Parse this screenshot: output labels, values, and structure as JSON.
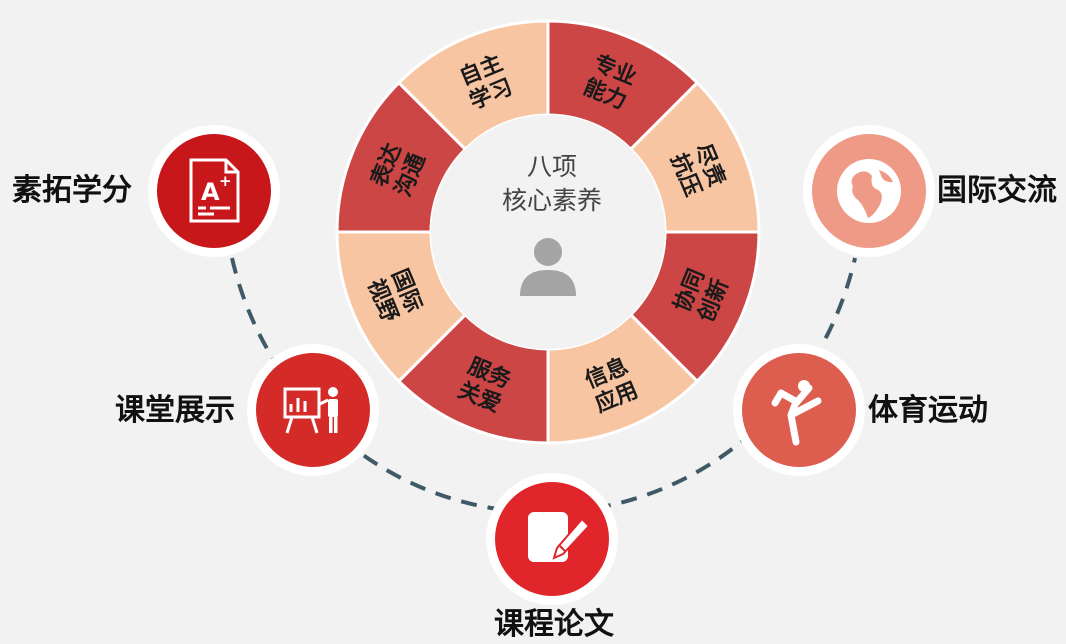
{
  "center": {
    "title_line1": "八项",
    "title_line2": "核心素养",
    "icon": "person-icon"
  },
  "segments": [
    {
      "line1": "自主",
      "line2": "学习",
      "color": "#f8c5a3"
    },
    {
      "line1": "专业",
      "line2": "能力",
      "color": "#cc4646"
    },
    {
      "line1": "尽责",
      "line2": "抗压",
      "color": "#f8c5a3"
    },
    {
      "line1": "协同",
      "line2": "创新",
      "color": "#cc4646"
    },
    {
      "line1": "信息",
      "line2": "应用",
      "color": "#f8c5a3"
    },
    {
      "line1": "服务",
      "line2": "关爱",
      "color": "#cc4646"
    },
    {
      "line1": "国际",
      "line2": "视野",
      "color": "#f8c5a3"
    },
    {
      "line1": "表达",
      "line2": "沟通",
      "color": "#cc4646"
    }
  ],
  "nodes": [
    {
      "label": "素拓学分",
      "icon": "grade-document-icon",
      "color": "#c8171b"
    },
    {
      "label": "课堂展示",
      "icon": "presentation-icon",
      "color": "#d42b28"
    },
    {
      "label": "课程论文",
      "icon": "pen-paper-icon",
      "color": "#e0262b"
    },
    {
      "label": "体育运动",
      "icon": "kick-sport-icon",
      "color": "#dd5e4f"
    },
    {
      "label": "国际交流",
      "icon": "globe-icon",
      "color": "#ee9a86"
    }
  ]
}
